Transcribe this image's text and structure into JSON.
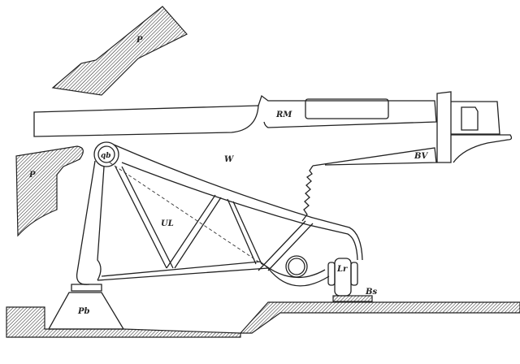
{
  "figure": {
    "labels": {
      "upper_parapet": "P",
      "lower_parapet": "P",
      "gun": "RM",
      "carriage": "W",
      "breech": "BV",
      "pivot": "qb",
      "lever": "UL",
      "roller": "Lr",
      "bed_sill": "Bs",
      "pivot_base": "Pb"
    }
  }
}
